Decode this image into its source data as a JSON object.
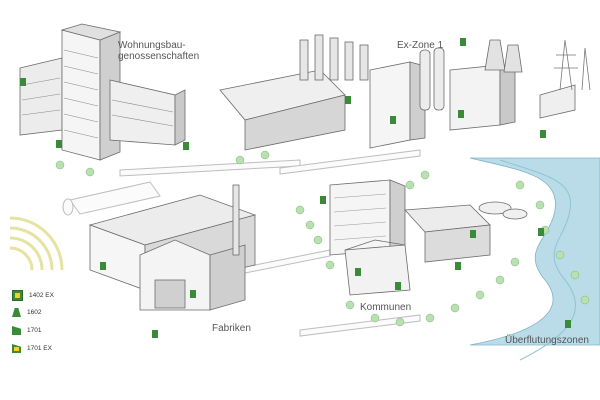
{
  "labels": {
    "housing_line1": "Wohnungsbau-",
    "housing_line2": "genossenschaften",
    "exzone": "Ex-Zone 1",
    "factories": "Fabriken",
    "communities": "Kommunen",
    "flood": "Überflutungszonen"
  },
  "legend": {
    "items": [
      {
        "label": "1402 EX",
        "icon": "antenna-yellow-badge-icon"
      },
      {
        "label": "1602",
        "icon": "antenna-tower-icon"
      },
      {
        "label": "1701",
        "icon": "antenna-slant-icon"
      },
      {
        "label": "1701 EX",
        "icon": "antenna-yellow-slant-icon"
      }
    ]
  },
  "colors": {
    "line": "#6b6b6b",
    "building_fill": "#f2f2f2",
    "building_shade": "#c9c9c9",
    "green": "#3a8a3a",
    "yellow": "#f2d21a",
    "signal_arcs": "#e8e4a0",
    "river": "#b9dce8",
    "tree": "#9fd39a"
  }
}
